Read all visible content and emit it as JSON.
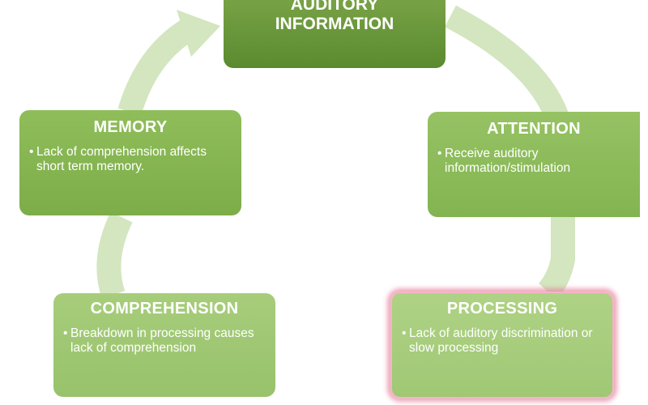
{
  "colors": {
    "ring": "#d3e6bf",
    "top_box": "#6a9a3c",
    "memory_box": "#84b34f",
    "attention_box": "#8cbb5b",
    "comprehension_box": "#a0c873",
    "processing_box": "#a7cd7c",
    "processing_glow": "#e8789a"
  },
  "nodes": {
    "auditory_information": {
      "title": "AUDITORY\nINFORMATION"
    },
    "attention": {
      "title": "ATTENTION",
      "bullets": [
        "Receive auditory information/stimulation"
      ]
    },
    "processing": {
      "title": "PROCESSING",
      "bullets": [
        "Lack of auditory discrimination or slow processing"
      ]
    },
    "comprehension": {
      "title": "COMPREHENSION",
      "bullets": [
        "Breakdown in processing causes lack of comprehension"
      ]
    },
    "memory": {
      "title": "MEMORY",
      "bullets": [
        "Lack of comprehension affects short term memory."
      ]
    }
  }
}
